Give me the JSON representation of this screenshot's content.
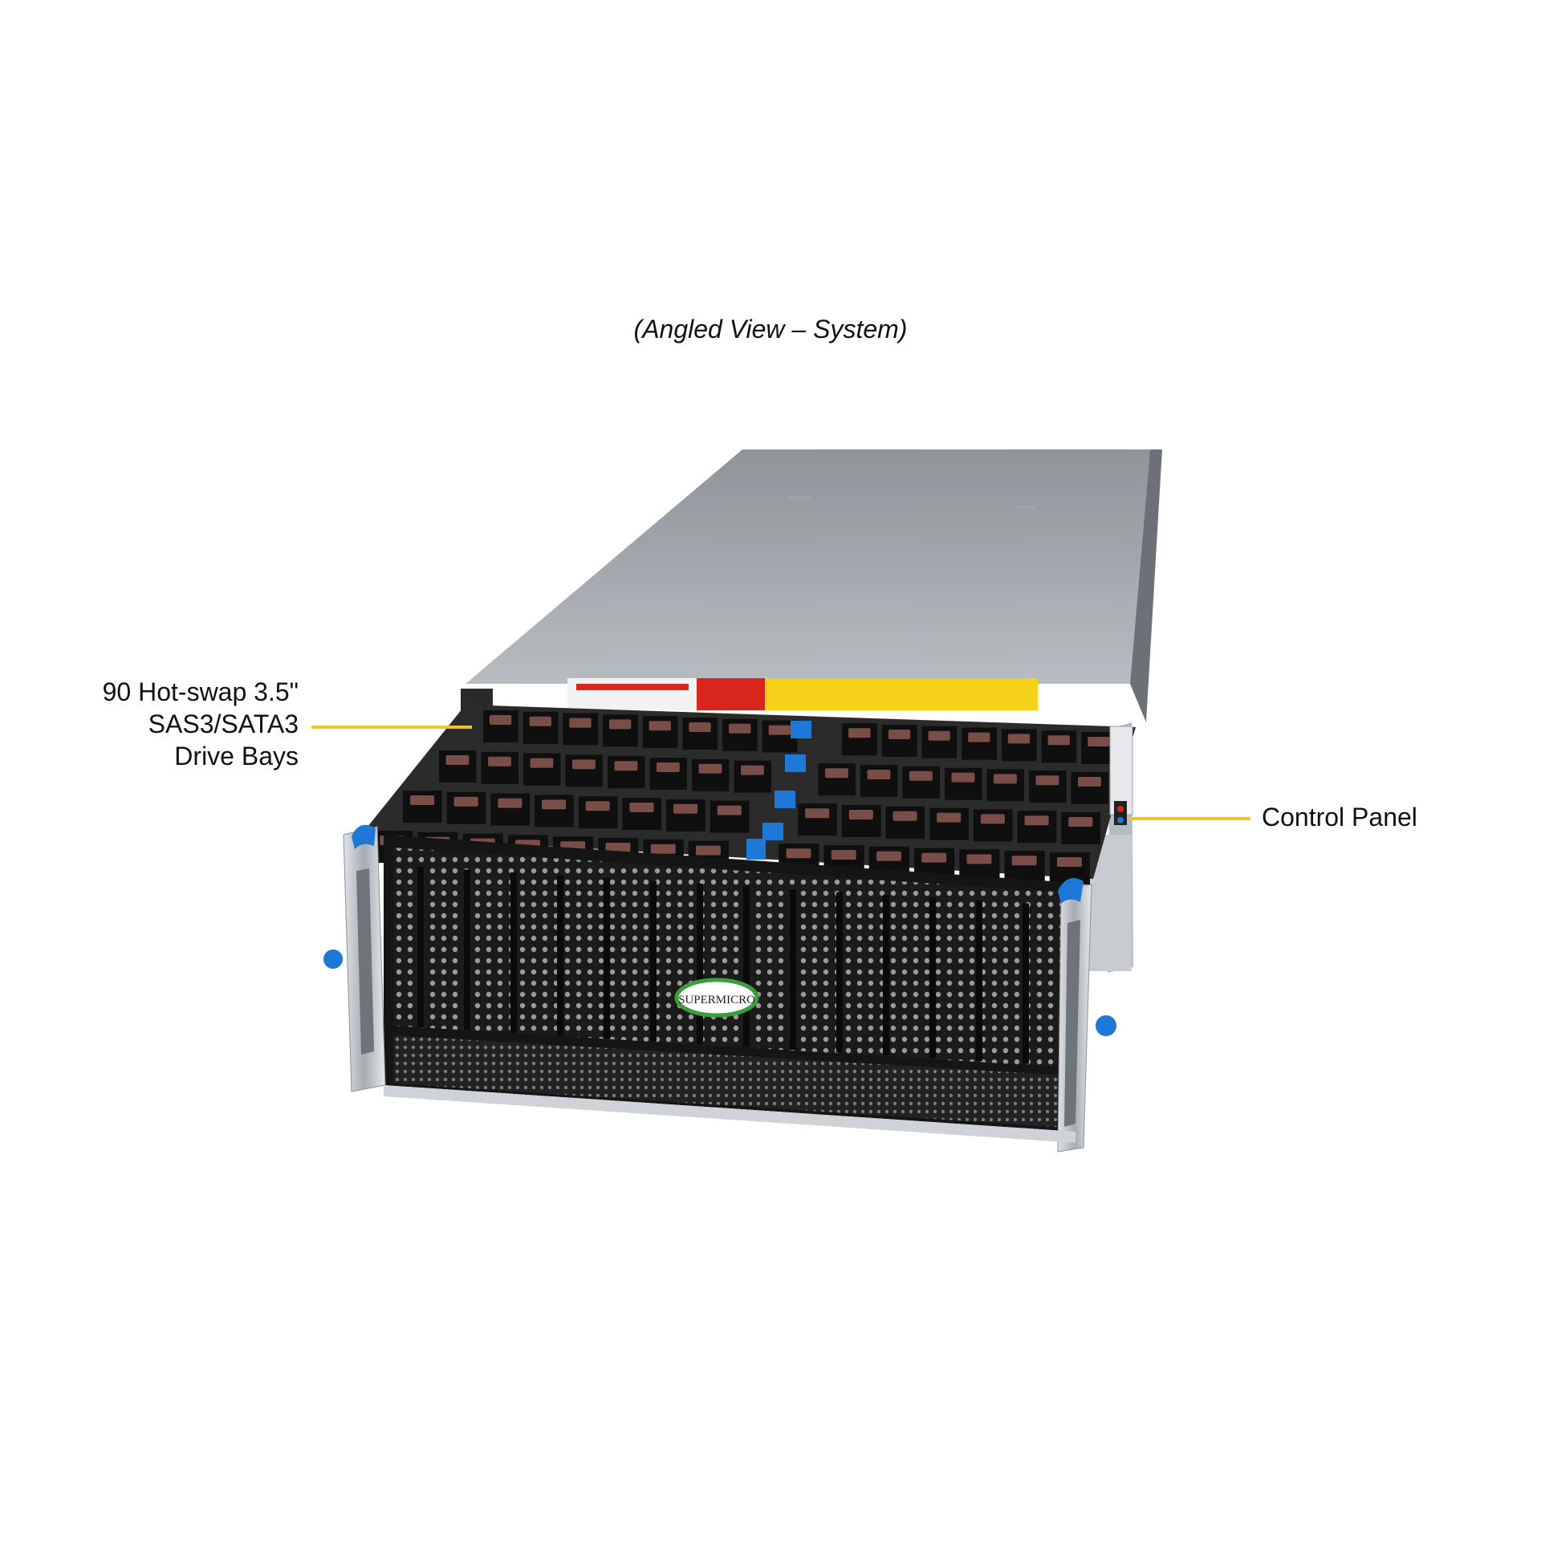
{
  "caption": "(Angled View – System)",
  "callouts": {
    "drive_bays": [
      "90 Hot-swap 3.5\"",
      "SAS3/SATA3",
      "Drive Bays"
    ],
    "control_panel": "Control Panel"
  },
  "brand_logo": "SUPERMICRO",
  "colors": {
    "leader_line": "#f2c12e",
    "accent_blue": "#1e78d8",
    "warning_red": "#d8261f",
    "warning_yellow": "#f7d21a"
  }
}
